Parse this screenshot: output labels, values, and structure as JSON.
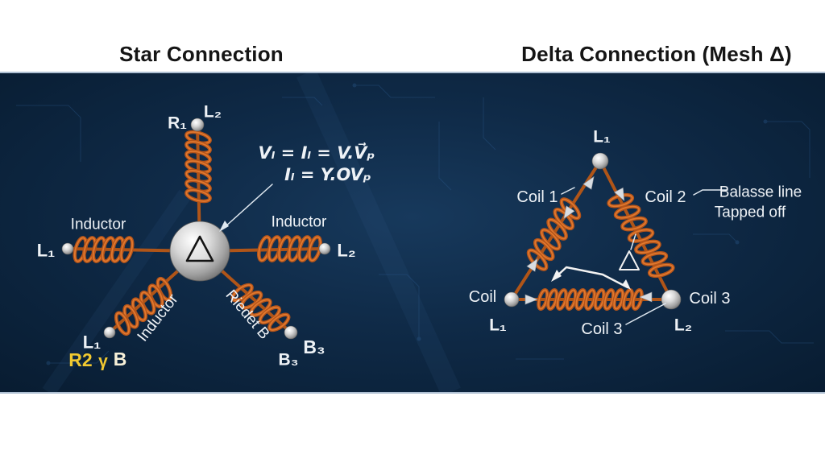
{
  "header": {
    "star_title": "Star Connection",
    "delta_title": "Delta Connection (Mesh Δ)"
  },
  "star": {
    "formula_line1": "Vₗ = Iₗ = V.V⃗ₚ",
    "formula_line2": "Iₗ = Y.OVₚ",
    "top_r1": "R₁",
    "top_l2": "L₂",
    "left_inductor": "Inductor",
    "left_l1": "L₁",
    "right_inductor": "Inductor",
    "right_l2": "L₂",
    "bottomleft_inductor": "Inductor",
    "bottomleft_l1": "L₁",
    "bottomleft_r2": "R2",
    "bottomleft_gamma": "γ",
    "bottomleft_b": "B",
    "bottomright_label": "Riedet B",
    "bottomright_b3_upper": "B₃",
    "bottomright_b3_lower": "B₃"
  },
  "delta": {
    "apex_l1": "L₁",
    "coil1": "Coil 1",
    "coil2": "Coil 2",
    "note_line1": "Balasse line",
    "note_line2": "Tapped off",
    "left_vertex_coil": "Coil",
    "left_vertex_l1": "L₁",
    "right_vertex_coil3": "Coil 3",
    "right_vertex_l2": "L₂",
    "bottom_coil3": "Coil 3"
  },
  "colors": {
    "panel_bg": "#0d2440",
    "coil_orange": "#b4541a",
    "coil_highlight": "#e0782e",
    "label_white": "#eef2f6",
    "accent_yellow": "#f2c930",
    "title_black": "#151515"
  }
}
